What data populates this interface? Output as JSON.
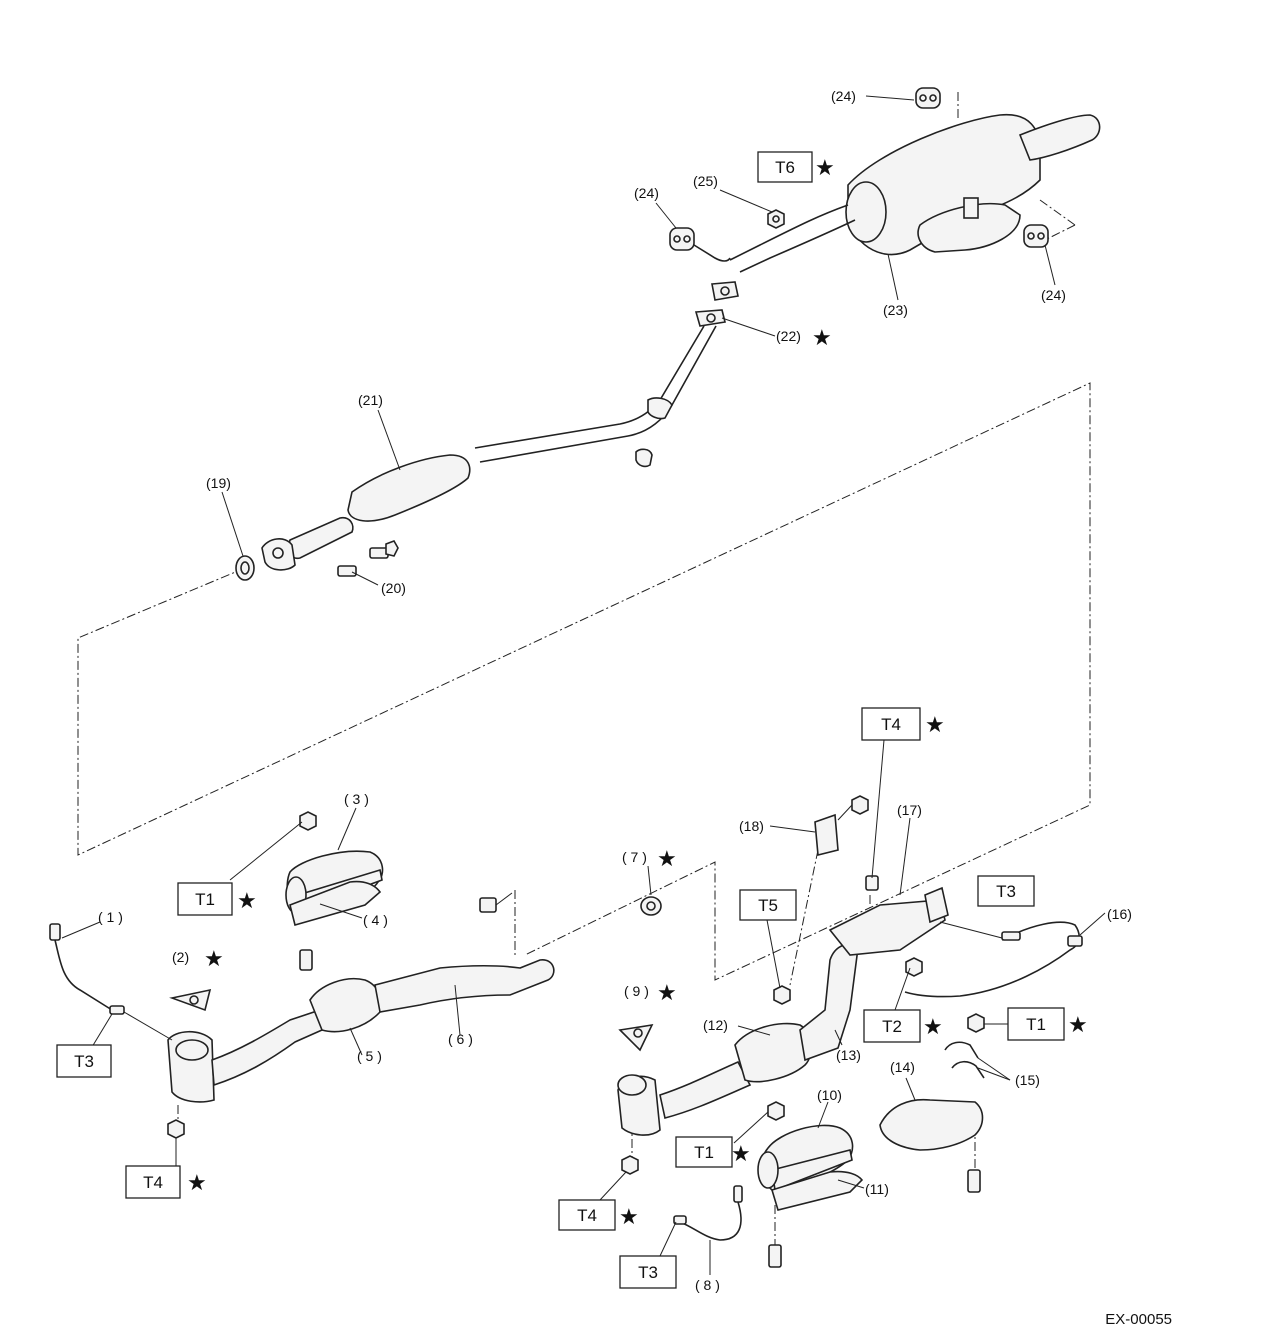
{
  "figure_code": "EX-00055",
  "star_symbol": "★",
  "parts": {
    "p1": "( 1 )",
    "p2": "(2)",
    "p3": "( 3 )",
    "p4": "( 4 )",
    "p5": "( 5 )",
    "p6": "( 6 )",
    "p7": "( 7 )",
    "p8": "( 8 )",
    "p9": "( 9 )",
    "p10": "(10)",
    "p11": "(11)",
    "p12": "(12)",
    "p13": "(13)",
    "p14": "(14)",
    "p15": "(15)",
    "p16": "(16)",
    "p17": "(17)",
    "p18": "(18)",
    "p19": "(19)",
    "p20": "(20)",
    "p21": "(21)",
    "p22": "(22)",
    "p23": "(23)",
    "p24a": "(24)",
    "p24b": "(24)",
    "p24c": "(24)",
    "p25": "(25)"
  },
  "torque_tags": {
    "t6": "T6",
    "t4_top": "T4",
    "t3_right": "T3",
    "t5": "T5",
    "t2": "T2",
    "t1_right": "T1",
    "t1_left": "T1",
    "t3_left": "T3",
    "t4_left": "T4",
    "t1_lower": "T1",
    "t4_lower": "T4",
    "t3_lower": "T3"
  }
}
